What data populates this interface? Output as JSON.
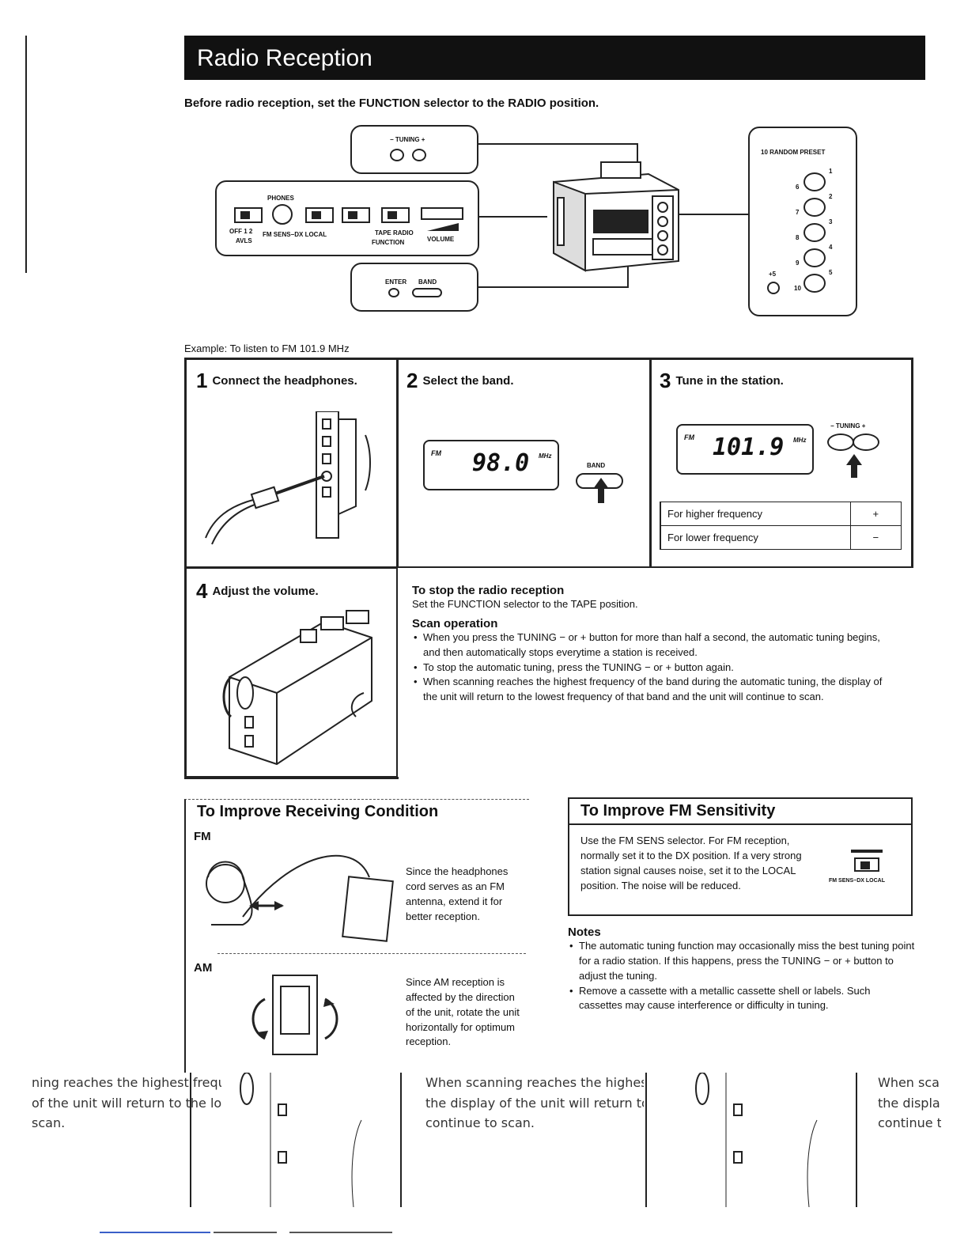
{
  "header": {
    "title": "Radio Reception"
  },
  "intro": "Before radio reception, set the FUNCTION selector to the RADIO position.",
  "controls": {
    "tuning_label": "− TUNING +",
    "phones_label": "PHONES",
    "avls_positions": "OFF 1 2",
    "avls_label": "AVLS",
    "fm_sens_label": "FM SENS−DX LOCAL",
    "tape_radio_label": "TAPE RADIO",
    "function_label": "FUNCTION",
    "volume_label": "VOLUME",
    "enter_label": "ENTER",
    "band_label": "BAND",
    "preset_label": "10 RANDOM PRESET",
    "preset_numbers": [
      "1",
      "2",
      "3",
      "4",
      "5",
      "6",
      "7",
      "8",
      "9",
      "10"
    ],
    "plus10_label": "+5"
  },
  "example": "Example: To listen to FM 101.9 MHz",
  "steps": [
    {
      "num": "1",
      "title": "Connect the headphones."
    },
    {
      "num": "2",
      "title": "Select the band."
    },
    {
      "num": "3",
      "title": "Tune in the station."
    },
    {
      "num": "4",
      "title": "Adjust the volume."
    }
  ],
  "display2": {
    "band": "FM",
    "freq": "98.0",
    "unit": "MHz",
    "button_label": "BAND"
  },
  "display3": {
    "band": "FM",
    "freq": "101.9",
    "unit": "MHz",
    "button_label": "− TUNING +"
  },
  "tuning_table": [
    {
      "label": "For higher frequency",
      "sign": "+"
    },
    {
      "label": "For lower frequency",
      "sign": "−"
    }
  ],
  "stop": {
    "heading": "To stop the radio reception",
    "text": "Set the FUNCTION selector to the TAPE position."
  },
  "scan": {
    "heading": "Scan operation",
    "items": [
      "When you press the TUNING − or + button for more than half a second, the automatic tuning begins, and then automatically stops everytime a station is received.",
      "To stop the automatic tuning, press the TUNING − or + button again.",
      "When scanning reaches the highest frequency of the band during the automatic tuning, the display of the unit will return to the lowest frequency of that band and the unit will continue to scan."
    ]
  },
  "improve_receiving": {
    "heading": "To Improve Receiving Condition",
    "fm_label": "FM",
    "fm_text": "Since the headphones cord serves as an FM antenna, extend it for better reception.",
    "am_label": "AM",
    "am_text": "Since AM reception is affected by the direction of the unit, rotate the unit horizontally for optimum reception."
  },
  "improve_fm": {
    "heading": "To Improve FM Sensitivity",
    "text": "Use the FM SENS selector. For FM reception, normally set it to the DX position. If a very strong station signal causes noise, set it to the LOCAL position. The noise will be reduced.",
    "switch_label": "FM SENS−DX LOCAL"
  },
  "notes": {
    "heading": "Notes",
    "items": [
      "The automatic tuning function may occasionally miss the best tuning point for a radio station. If this happens, press the TUNING − or + button to adjust the tuning.",
      "Remove a cassette with a metallic cassette shell or labels. Such cassettes may cause interference or difficulty in tuning."
    ]
  },
  "scan_artifact": {
    "left_lines": [
      "ning reaches the highest frequency of the band during the automatic tuning,",
      "of the unit will return to the lowest frequency of that band and the unit will",
      "scan."
    ],
    "mid_lines": [
      "When scanning reaches the highest frequency of the band during the automatic tuning,",
      "the display of the unit will return to the lowest frequency of that band and the unit will",
      "continue to scan."
    ],
    "right_lines": [
      "When sca",
      "the displa",
      "continue t"
    ]
  }
}
